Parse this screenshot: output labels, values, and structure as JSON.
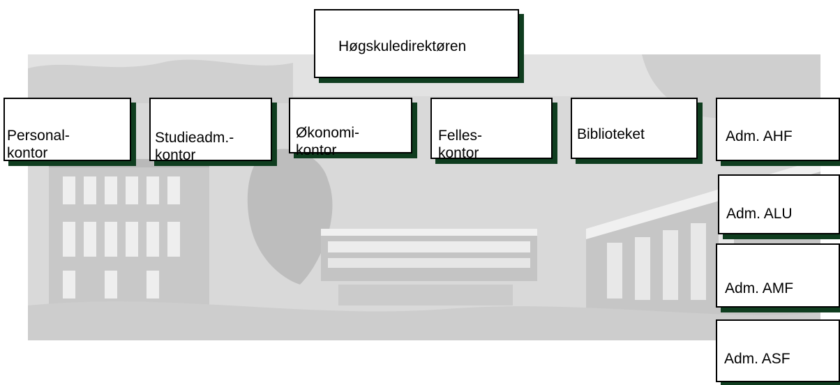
{
  "director": {
    "label": "Høgskuledirektøren"
  },
  "offices": [
    {
      "label": "Personal-\nkontor"
    },
    {
      "label": "Studieadm.-\nkontor"
    },
    {
      "label": "Økonomi-\nkontor"
    },
    {
      "label": "Felles-\nkontor"
    },
    {
      "label": "Biblioteket"
    }
  ],
  "faculty_admin": [
    {
      "label": "Adm. AHF"
    },
    {
      "label": "Adm. ALU"
    },
    {
      "label": "Adm. AMF"
    },
    {
      "label": "Adm. ASF"
    }
  ],
  "colors": {
    "box_shadow": "#0f3d1f",
    "photo_tone": "#d6d6d6"
  }
}
